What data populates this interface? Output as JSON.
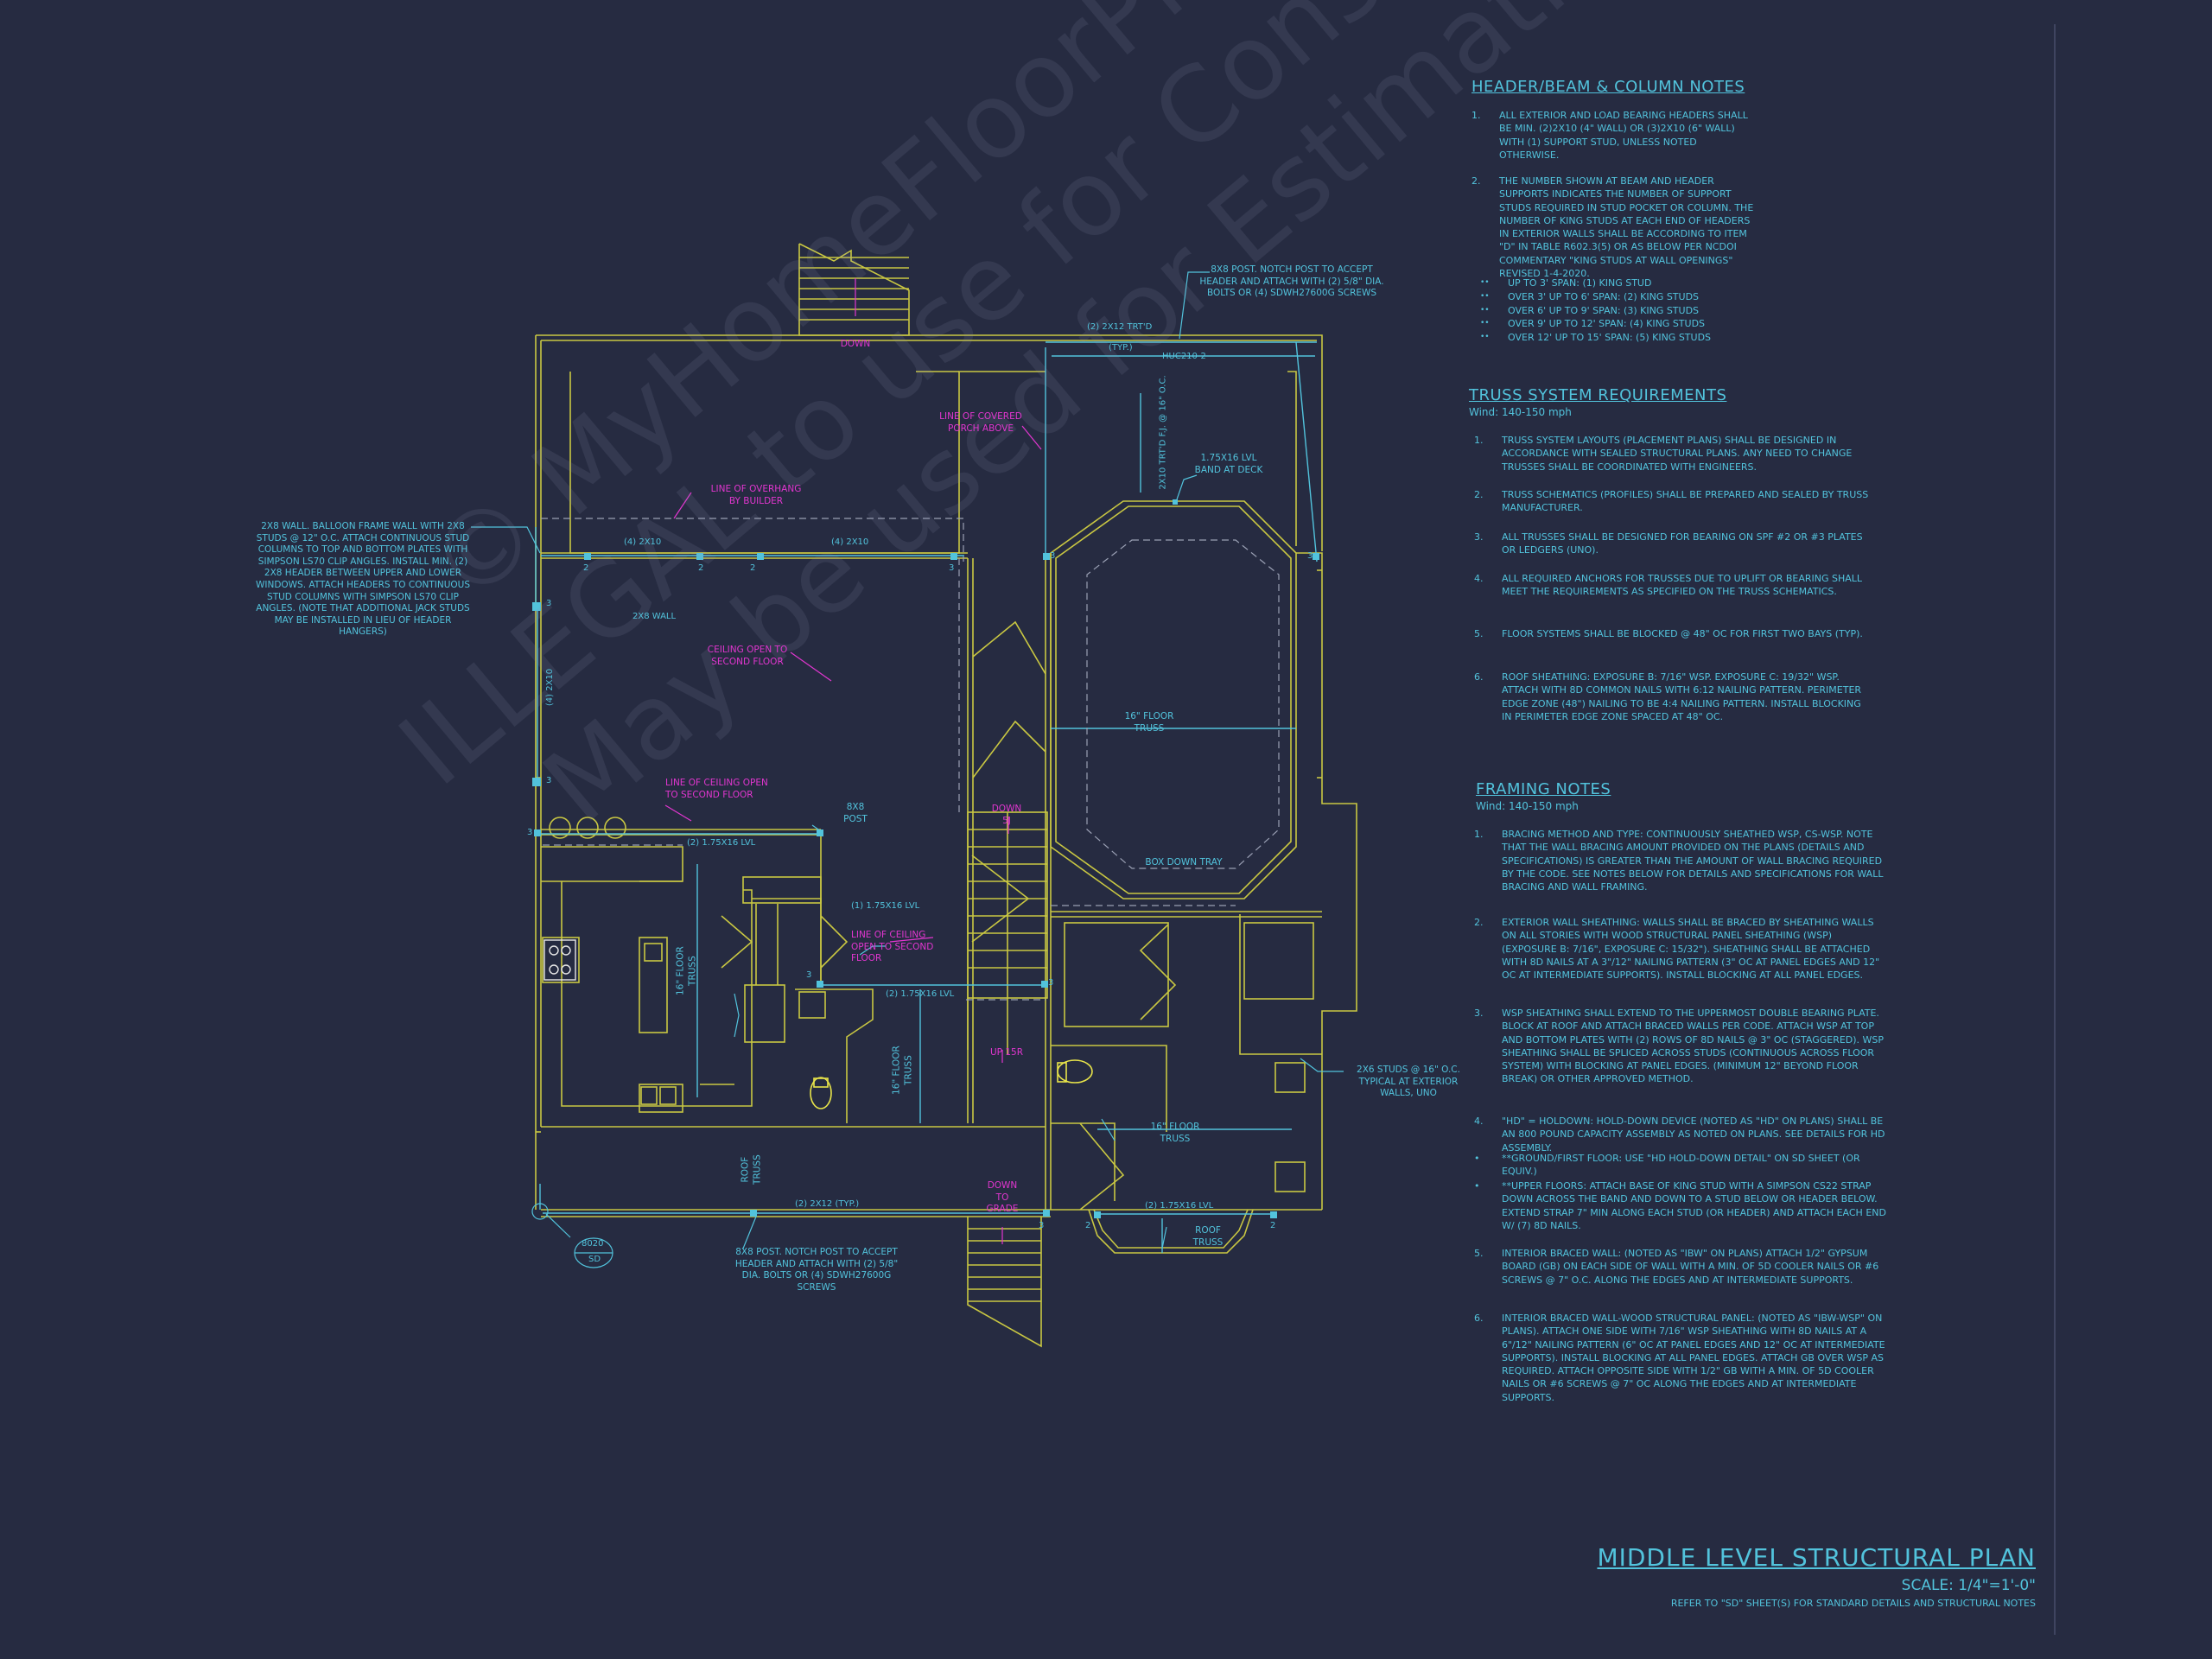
{
  "watermark": {
    "line1": "© MyHomeFloorPlans.com",
    "line2": "ILLEGAL to use for Construction",
    "line3": "May be used for Estimation"
  },
  "header_notes": {
    "title": "HEADER/BEAM & COLUMN NOTES",
    "items": [
      {
        "num": "1.",
        "text": "ALL EXTERIOR AND LOAD BEARING HEADERS SHALL BE MIN. (2)2x10 (4\" WALL) OR (3)2x10 (6\" WALL) WITH (1) SUPPORT STUD, UNLESS NOTED OTHERWISE."
      },
      {
        "num": "2.",
        "text": "THE NUMBER SHOWN AT BEAM AND HEADER SUPPORTS INDICATES THE NUMBER OF SUPPORT STUDS REQUIRED IN STUD POCKET OR COLUMN. THE NUMBER OF KING STUDS AT EACH END OF HEADERS IN EXTERIOR WALLS SHALL BE ACCORDING TO ITEM \"d\" IN TABLE R602.3(5) OR AS BELOW PER NCDOI COMMENTARY \"KING STUDS AT WALL OPENINGS\" REVISED 1-4-2020."
      }
    ],
    "bullets": [
      "UP TO 3' SPAN: (1) KING STUD",
      "OVER 3' UP TO 6' SPAN: (2) KING STUDS",
      "OVER 6' UP TO 9' SPAN: (3) KING STUDS",
      "OVER 9' UP TO 12' SPAN: (4) KING STUDS",
      "OVER 12' UP TO 15' SPAN: (5) KING STUDS"
    ]
  },
  "truss_notes": {
    "title": "TRUSS SYSTEM REQUIREMENTS",
    "wind": "Wind: 140-150 mph",
    "items": [
      {
        "num": "1.",
        "text": "TRUSS SYSTEM LAYOUTS (PLACEMENT PLANS) SHALL BE DESIGNED IN ACCORDANCE WITH SEALED STRUCTURAL PLANS. ANY NEED TO CHANGE TRUSSES SHALL BE COORDINATED WITH ENGINEERS."
      },
      {
        "num": "2.",
        "text": "TRUSS SCHEMATICS (PROFILES) SHALL BE PREPARED AND SEALED BY TRUSS MANUFACTURER."
      },
      {
        "num": "3.",
        "text": "ALL TRUSSES SHALL BE DESIGNED FOR BEARING ON SPF #2 OR #3 PLATES OR LEDGERS (UNO)."
      },
      {
        "num": "4.",
        "text": "ALL REQUIRED ANCHORS FOR TRUSSES DUE TO UPLIFT OR BEARING SHALL MEET THE REQUIREMENTS AS SPECIFIED ON THE TRUSS SCHEMATICS."
      },
      {
        "num": "5.",
        "text": "FLOOR SYSTEMS SHALL BE BLOCKED @ 48\" OC FOR FIRST TWO BAYS (TYP)."
      },
      {
        "num": "6.",
        "text": "ROOF SHEATHING: EXPOSURE B: 7/16\" WSP. EXPOSURE C: 19/32\" WSP. ATTACH WITH 8d COMMON NAILS WITH 6:12 NAILING PATTERN. PERIMETER EDGE ZONE (48\") NAILING TO BE 4:4 NAILING PATTERN. INSTALL BLOCKING IN PERIMETER EDGE ZONE SPACED AT 48\" OC."
      }
    ]
  },
  "framing_notes": {
    "title": "FRAMING NOTES",
    "wind": "Wind: 140-150 mph",
    "items": [
      {
        "num": "1.",
        "text": "BRACING METHOD AND TYPE: CONTINUOUSLY SHEATHED WSP, CS-WSP. NOTE THAT THE WALL BRACING AMOUNT PROVIDED ON THE PLANS (DETAILS AND SPECIFICATIONS) IS GREATER THAN THE AMOUNT OF WALL BRACING REQUIRED BY THE CODE. SEE NOTES BELOW FOR DETAILS AND SPECIFICATIONS FOR WALL BRACING AND WALL FRAMING."
      },
      {
        "num": "2.",
        "text": "EXTERIOR WALL SHEATHING: WALLS SHALL BE BRACED BY SHEATHING WALLS ON ALL STORIES WITH WOOD STRUCTURAL PANEL SHEATHING (WSP) (EXPOSURE B: 7/16\", EXPOSURE C: 15/32\"). SHEATHING SHALL BE ATTACHED WITH 8d NAILS AT A 3\"/12\" NAILING PATTERN (3\" OC AT PANEL EDGES AND 12\" OC AT INTERMEDIATE SUPPORTS). INSTALL BLOCKING AT ALL PANEL EDGES."
      },
      {
        "num": "3.",
        "text": "WSP SHEATHING SHALL EXTEND TO THE UPPERMOST DOUBLE BEARING PLATE. BLOCK AT ROOF AND ATTACH BRACED WALLS PER CODE. ATTACH WSP AT TOP AND BOTTOM PLATES WITH (2) ROWS OF 8d NAILS @ 3\" OC (STAGGERED). WSP SHEATHING SHALL BE SPLICED ACROSS STUDS (CONTINUOUS ACROSS FLOOR SYSTEM) WITH BLOCKING AT PANEL EDGES. (MINIMUM 12\" BEYOND FLOOR BREAK) OR OTHER APPROVED METHOD."
      },
      {
        "num": "4.",
        "text": "\"HD\" = HOLDOWN: HOLD-DOWN DEVICE (NOTED AS \"HD\" ON PLANS) SHALL BE AN 800 POUND CAPACITY ASSEMBLY AS NOTED ON PLANS. SEE DETAILS FOR HD ASSEMBLY."
      },
      {
        "num": "•",
        "text": "**GROUND/FIRST FLOOR: USE \"HD HOLD-DOWN DETAIL\" ON SD SHEET (OR EQUIV.)"
      },
      {
        "num": "•",
        "text": "**UPPER FLOORS: ATTACH BASE OF KING STUD WITH A SIMPSON CS22 STRAP DOWN ACROSS THE BAND AND DOWN TO A STUD BELOW OR HEADER BELOW. EXTEND STRAP 7\" MIN ALONG EACH STUD (OR HEADER) AND ATTACH EACH END W/ (7) 8d NAILS."
      },
      {
        "num": "5.",
        "text": "INTERIOR BRACED WALL: (NOTED AS \"IBW\" ON PLANS) ATTACH 1/2\" GYPSUM BOARD (GB) ON EACH SIDE OF WALL WITH A MIN. OF 5d COOLER NAILS OR #6 SCREWS @ 7\" O.C. ALONG THE EDGES AND AT INTERMEDIATE SUPPORTS."
      },
      {
        "num": "6.",
        "text": "INTERIOR BRACED WALL-WOOD STRUCTURAL PANEL: (NOTED AS \"IBW-WSP\" ON PLANS). ATTACH ONE SIDE WITH 7/16\" WSP SHEATHING WITH 8d NAILS AT A 6\"/12\" NAILING PATTERN (6\" OC AT PANEL EDGES AND 12\" OC AT INTERMEDIATE SUPPORTS). INSTALL BLOCKING AT ALL PANEL EDGES. ATTACH GB OVER WSP AS REQUIRED. ATTACH OPPOSITE SIDE WITH 1/2\" GB WITH A MIN. OF 5d COOLER NAILS OR #6 SCREWS @ 7\" OC ALONG THE EDGES AND AT INTERMEDIATE SUPPORTS."
      }
    ]
  },
  "title_block": {
    "title": "MIDDLE LEVEL STRUCTURAL PLAN",
    "scale": "SCALE: 1/4\"=1'-0\"",
    "refer": "REFER TO \"SD\" SHEET(S) FOR STANDARD DETAILS AND STRUCTURAL NOTES"
  },
  "plan": {
    "callouts": {
      "post_top": "8x8 POST. NOTCH POST TO ACCEPT HEADER AND ATTACH WITH (2) 5/8\" DIA. BOLTS OR (4) SDWH27600G SCREWS",
      "post_bottom": "8x8 POST. NOTCH POST TO ACCEPT HEADER AND ATTACH WITH (2) 5/8\" DIA. BOLTS OR (4) SDWH27600G SCREWS",
      "balloon_wall": "2x8 WALL. BALLOON FRAME WALL WITH 2x8 STUDS @ 12\" O.C. ATTACH CONTINUOUS STUD COLUMNS TO TOP AND BOTTOM PLATES WITH SIMPSON LS70 CLIP ANGLES. INSTALL MIN. (2) 2x8 HEADER BETWEEN UPPER AND LOWER WINDOWS. ATTACH HEADERS TO CONTINUOUS STUD COLUMNS WITH SIMPSON LS70 CLIP ANGLES. (NOTE THAT ADDITIONAL JACK STUDS MAY BE INSTALLED IN LIEU OF HEADER HANGERS)",
      "studs_ext": "2x6 STUDS @ 16\" O.C. TYPICAL AT EXTERIOR WALLS, UNO",
      "covered_porch": "LINE OF COVERED PORCH ABOVE",
      "overhang": "LINE OF OVERHANG BY BUILDER",
      "ceiling_open_1": "CEILING OPEN TO SECOND FLOOR",
      "ceiling_open_2": "LINE OF CEILING OPEN TO SECOND FLOOR",
      "ceiling_open_3": "LINE OF CEILING OPEN TO SECOND FLOOR",
      "band_deck": "1.75x16 LVL BAND AT DECK",
      "post_8x8": "8x8 POST",
      "box_down": "BOX DOWN TRAY",
      "floor_truss_main": "16\" FLOOR TRUSS",
      "floor_truss_lower": "16\" FLOOR TRUSS",
      "floor_truss_left": "16\" FLOOR TRUSS",
      "floor_truss_mid": "16\" FLOOR TRUSS",
      "roof_truss_bay": "ROOF TRUSS",
      "roof_truss_left": "ROOF TRUSS",
      "down_top": "DOWN",
      "down_stair": "DOWN 5J",
      "down_grade": "DOWN TO GRADE",
      "up_stair": "UP 15R"
    },
    "labels": {
      "trtd_top": "(2) 2x12 TRT'D",
      "typ_top": "(TYP.)",
      "huc": "HUC210-2",
      "trtd_fj": "2x10 TRT'D F.J. @ 16\" O.C.",
      "hdr_2x10_a": "(4) 2x10",
      "hdr_2x10_b": "(4) 2x10",
      "hdr_2x10_side": "(4) 2x10",
      "wall_2x8": "2x8 WALL",
      "lvl_kitchen": "(2) 1.75x16 LVL",
      "lvl_single": "(1) 1.75x16 LVL",
      "lvl_stair": "(2) 1.75x16 LVL",
      "lvl_bay": "(2) 1.75x16 LVL",
      "trtd_bottom": "(2) 2x12 (TYP.)",
      "tag_top": "8020",
      "tag_bottom": "SD"
    },
    "post_counts": [
      "2",
      "2",
      "2",
      "3",
      "3",
      "3",
      "3",
      "3",
      "3",
      "3",
      "3",
      "3",
      "2",
      "2"
    ]
  },
  "colors": {
    "background": "#262b41",
    "wall": "#c9c742",
    "dimension": "#52c3dc",
    "annotation": "#e236d0",
    "dash": "#9aa0b4"
  }
}
